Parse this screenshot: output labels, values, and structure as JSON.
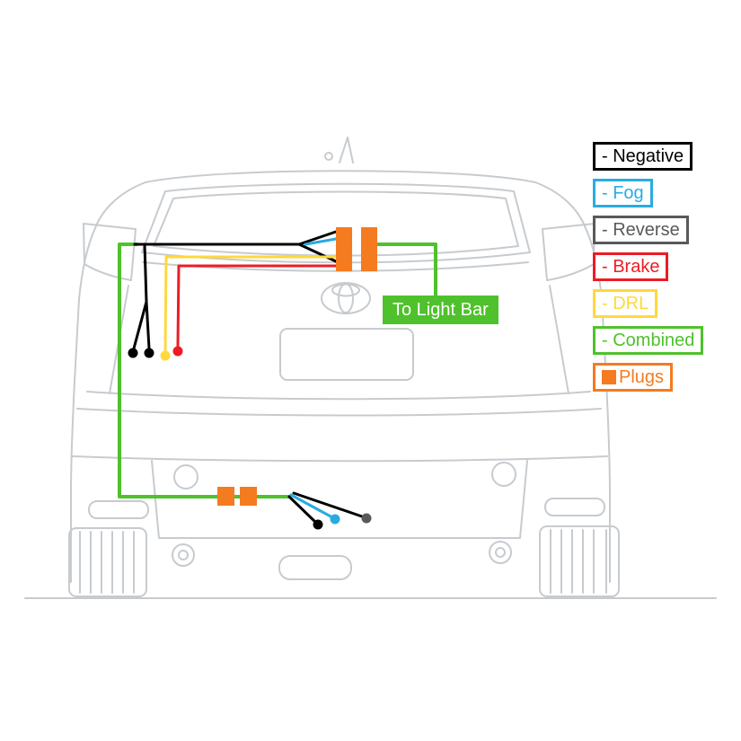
{
  "labels": {
    "light_bar": "To Light Bar"
  },
  "legend": {
    "items": [
      {
        "label": "- Negative",
        "color": "#000000"
      },
      {
        "label": "- Fog",
        "color": "#29ABE2"
      },
      {
        "label": "- Reverse",
        "color": "#58595B"
      },
      {
        "label": "- Brake",
        "color": "#ED1C24"
      },
      {
        "label": "- DRL",
        "color": "#FFD83D"
      },
      {
        "label": "- Combined",
        "color": "#4FC12C"
      },
      {
        "label": "Plugs",
        "color": "#F47B20",
        "swatch": true
      }
    ]
  },
  "colors": {
    "negative": "#000000",
    "fog": "#29ABE2",
    "reverse": "#58595B",
    "brake": "#ED1C24",
    "drl": "#FFD83D",
    "combined": "#4FC12C",
    "plug": "#F47B20",
    "car_outline": "#C7CBCF",
    "light_bar_bg": "#4FC12C",
    "light_bar_text": "#FFFFFF"
  }
}
